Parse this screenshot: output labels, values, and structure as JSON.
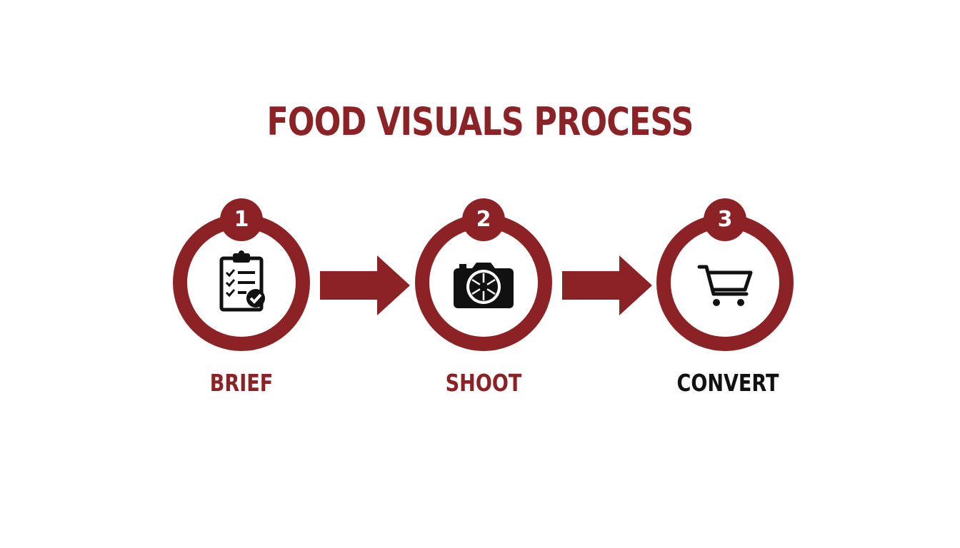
{
  "title": "FOOD VISUALS PROCESS",
  "colors": {
    "accent": "#8b2226",
    "text_dark": "#111111",
    "icon": "#111111",
    "background": "#ffffff"
  },
  "steps": [
    {
      "number": "1",
      "label": "BRIEF",
      "icon": "clipboard-checklist-icon",
      "label_color": "#8b2226"
    },
    {
      "number": "2",
      "label": "SHOOT",
      "icon": "camera-icon",
      "label_color": "#8b2226"
    },
    {
      "number": "3",
      "label": "CONVERT",
      "icon": "shopping-cart-icon",
      "label_color": "#111111"
    }
  ]
}
